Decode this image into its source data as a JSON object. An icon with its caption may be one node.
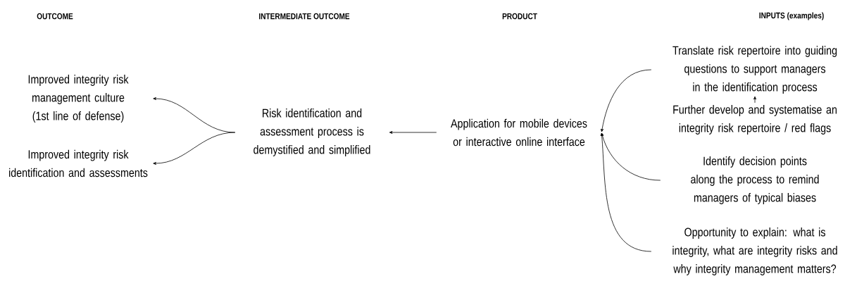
{
  "diagram": {
    "nodes": [
      {
        "text": [
          "Improved integrity risk management culture (1st line of defense)"
        ]
      },
      {
        "text": [
          "Improved integrity risk identification and assessments"
        ]
      },
      {
        "text": [
          "Risk identification and assessment process is demystified and simplified"
        ]
      },
      {
        "text": [
          "Application for mobile devices or interactive online interface"
        ]
      },
      {
        "text": [
          "Translate risk repertoire into guiding questions to support managers in the identification process"
        ]
      },
      {
        "text": [
          "Further develop and systematise an integrity risk repertoire / red flags"
        ]
      },
      {
        "text": [
          "Identify decision points along the process to remind managers of typical biases"
        ]
      },
      {
        "text": [
          "Opportunity to explain: what is integrity, what are integrity risks and why integrity management matters?"
        ]
      }
    ],
    "edges": [
      {
        "from": 2,
        "to": 0,
        "arrow": "to"
      },
      {
        "from": 2,
        "to": 1,
        "arrow": "to"
      },
      {
        "from": 3,
        "to": 2,
        "arrow": "to"
      },
      {
        "from": 4,
        "to": 3,
        "arrow": "to"
      },
      {
        "from": 6,
        "to": 3,
        "arrow": "to"
      },
      {
        "from": 7,
        "to": 3,
        "arrow": "to"
      },
      {
        "from": 5,
        "to": 4,
        "arrow": "to"
      }
    ],
    "labels": [
      "OUTCOME",
      "INTERMEDIATE OUTCOME",
      "PRODUCT",
      "INPUTS (examples)"
    ]
  }
}
